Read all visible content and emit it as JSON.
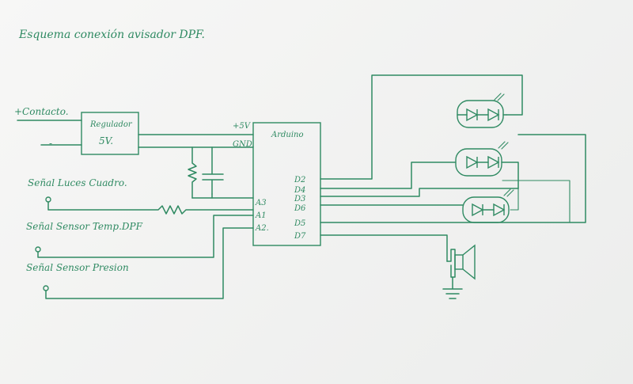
{
  "diagram": {
    "title": "Esquema conexión avisador DPF.",
    "inputs": [
      "+Contacto.",
      "-",
      "Señal Luces Cuadro.",
      "Señal Sensor Temp.DPF",
      "Señal Sensor Presion"
    ],
    "regulator": {
      "label": "Regulador",
      "voltage": "5V."
    },
    "arduino": {
      "title": "Arduino",
      "power_pins": [
        "+5V",
        "GND."
      ],
      "left_pins": [
        "A3",
        "A1",
        "A2."
      ],
      "right_pins": [
        "D2",
        "D4",
        "D3",
        "D6",
        "D5",
        "D7"
      ]
    },
    "colors": {
      "ink": "#2f8a62",
      "paper": "#f3f3f2"
    }
  }
}
